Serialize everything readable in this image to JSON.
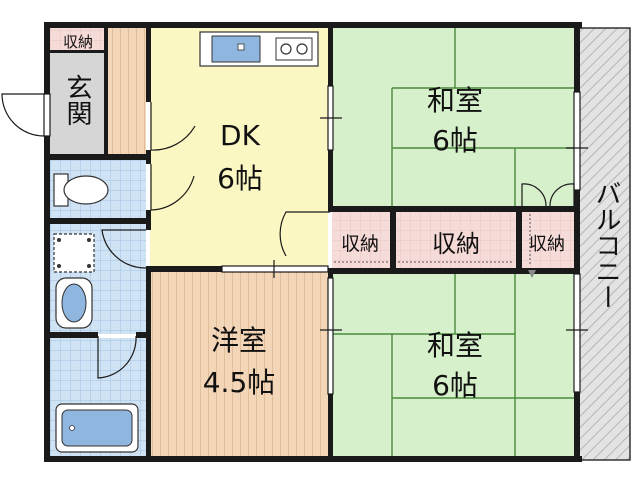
{
  "labels": {
    "storage_entrance": "収納",
    "entrance": "玄関",
    "dk_name": "DK",
    "dk_size": "6帖",
    "washitsu_top_name": "和室",
    "washitsu_top_size": "6帖",
    "storage_1": "収納",
    "storage_2": "収納",
    "storage_3": "収納",
    "youshitsu_name": "洋室",
    "youshitsu_size": "4.5帖",
    "washitsu_bottom_name": "和室",
    "washitsu_bottom_size": "6帖",
    "balcony": "バルコニー"
  },
  "colors": {
    "wall": "#1a1a1a",
    "dk_floor": "#fbf7c2",
    "tatami": "#d7f0cc",
    "tatami_line": "#4a8a3c",
    "wood_floor": "#f3d6b8",
    "wood_line": "#cfa57d",
    "storage": "#f6dcd8",
    "tile": "#cfe3f5",
    "entrance_floor": "#d6d6d6",
    "balcony": "#d9d9d9",
    "fixture_blue": "#8fb6de"
  }
}
